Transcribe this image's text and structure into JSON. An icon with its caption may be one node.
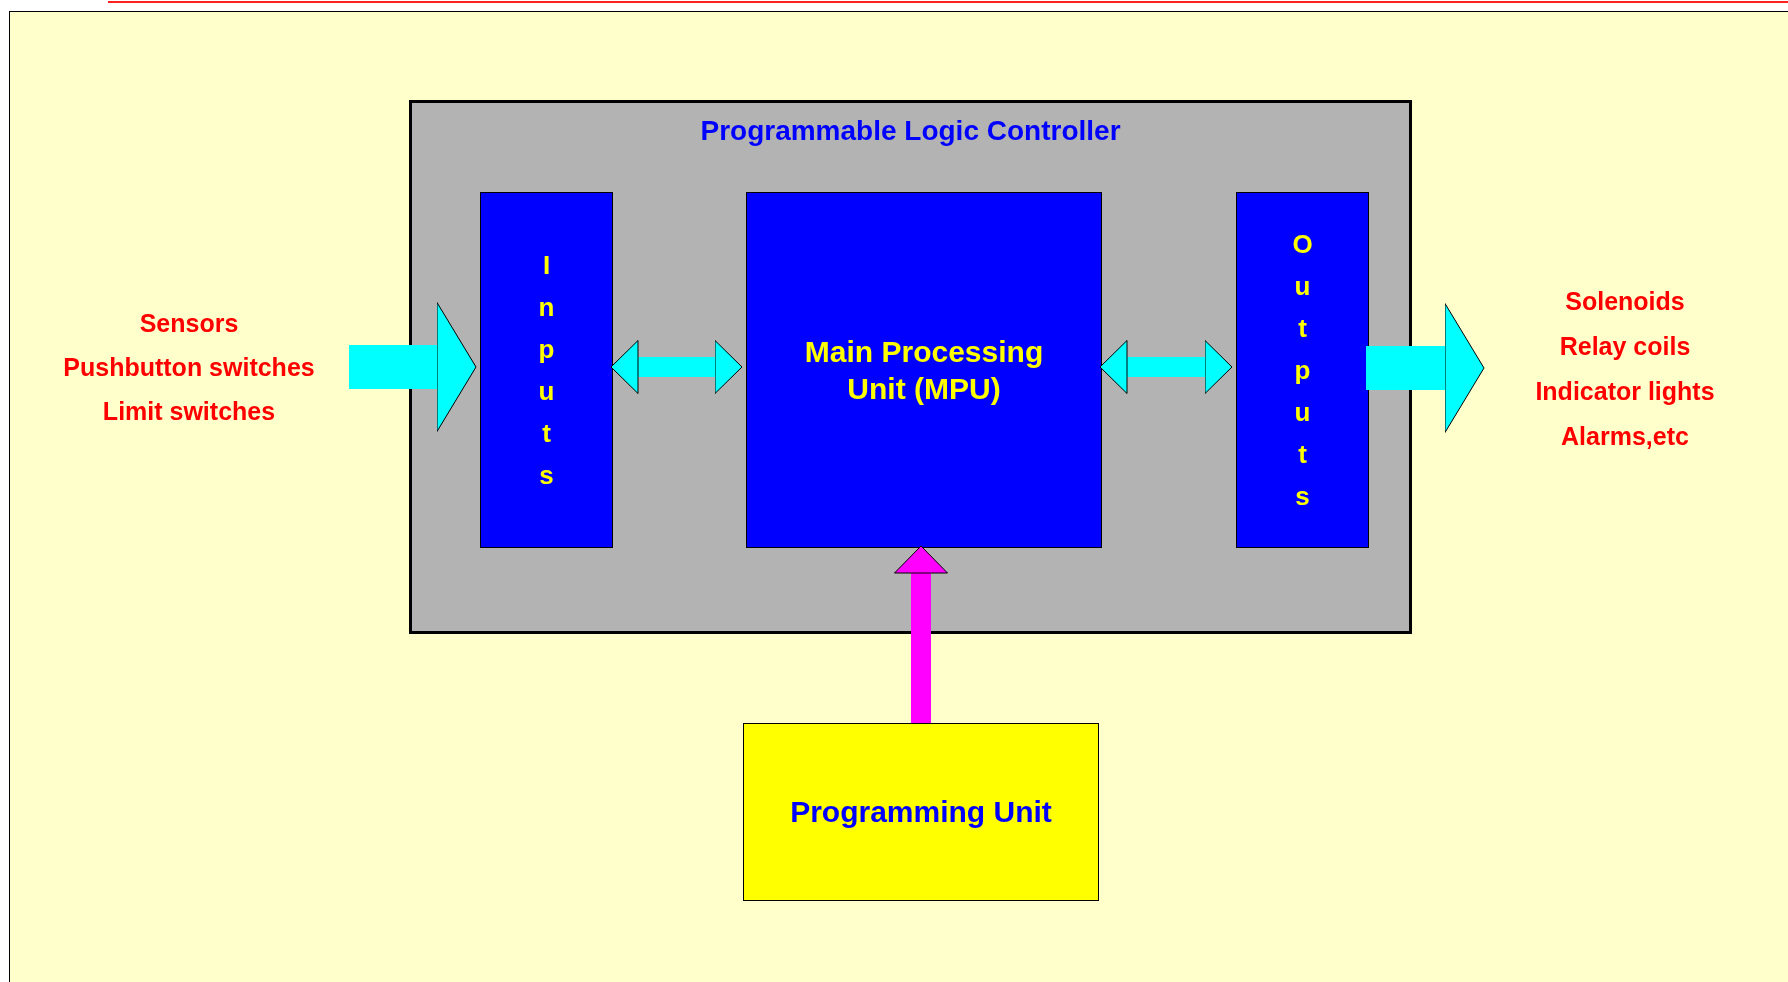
{
  "diagram": {
    "nodes": [
      {
        "text": [
          "Programmable Logic Controller"
        ]
      },
      {
        "text": [
          "Inputs"
        ],
        "in": 0
      },
      {
        "text": [
          "Main Processing Unit (MPU)"
        ],
        "in": 0
      },
      {
        "text": [
          "Outputs"
        ],
        "in": 0
      },
      {
        "text": [
          "Programming Unit"
        ]
      },
      {
        "text": [
          "Sensors",
          "Pushbutton switches",
          "Limit switches"
        ]
      },
      {
        "text": [
          "Solenoids",
          "Relay coils",
          "Indicator lights",
          "Alarms,etc"
        ]
      }
    ],
    "edges": [
      {
        "from": 5,
        "to": 1,
        "arrow": "to",
        "style": "thick"
      },
      {
        "from": 1,
        "to": 2,
        "arrow": "both"
      },
      {
        "from": 2,
        "to": 3,
        "arrow": "both"
      },
      {
        "from": 3,
        "to": 6,
        "arrow": "to",
        "style": "thick"
      },
      {
        "from": 4,
        "to": 2,
        "arrow": "to",
        "color": "#ff00ff"
      }
    ]
  }
}
